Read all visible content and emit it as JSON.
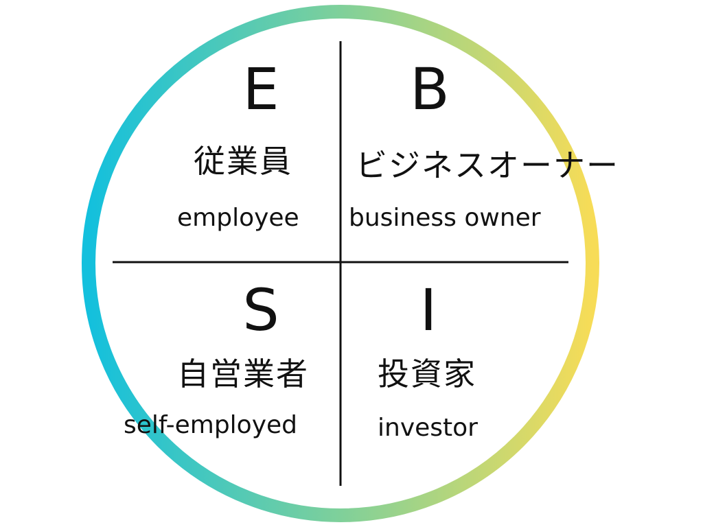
{
  "colors": {
    "ring_left": "#13c0dd",
    "ring_mid": "#7fd09a",
    "ring_right": "#f7dc57",
    "lines": "#111111"
  },
  "quadrants": {
    "e": {
      "letter": "E",
      "jp": "従業員",
      "en": "employee"
    },
    "b": {
      "letter": "B",
      "jp": "ビジネスオーナー",
      "en": "business owner"
    },
    "s": {
      "letter": "S",
      "jp": "自営業者",
      "en": "self-employed"
    },
    "i": {
      "letter": "I",
      "jp": "投資家",
      "en": "investor"
    }
  }
}
